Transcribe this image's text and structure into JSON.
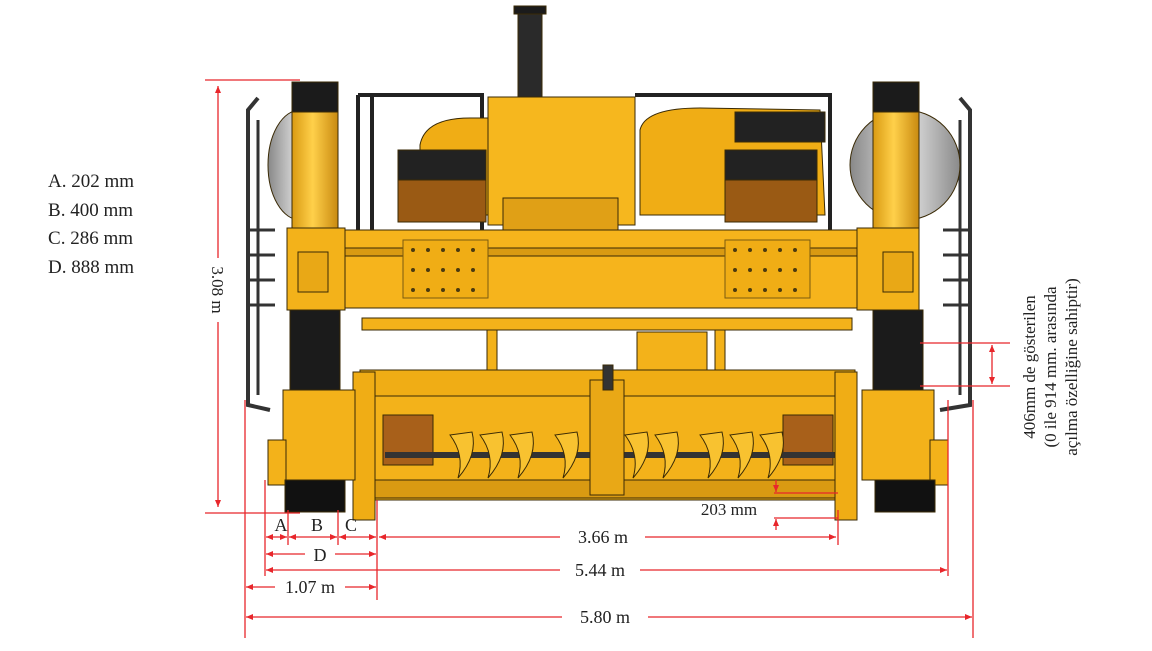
{
  "legend": [
    {
      "key": "A",
      "value": "202 mm"
    },
    {
      "key": "B",
      "value": "400 mm"
    },
    {
      "key": "C",
      "value": "286 mm"
    },
    {
      "key": "D",
      "value": "888 mm"
    }
  ],
  "dimensions": {
    "height": "3.08 m",
    "letter_a": "A",
    "letter_b": "B",
    "letter_c": "C",
    "letter_d": "D",
    "width_1": "1.07 m",
    "width_inner": "3.66 m",
    "width_mid": "5.44 m",
    "width_total": "5.80 m",
    "clearance": "203 mm",
    "adjust_line1": "406mm de gösterilen",
    "adjust_line2": "(0 ile 914 mm. arasında",
    "adjust_line3": "açılma özelliğine sahiptir)"
  },
  "colors": {
    "machine": "#f3b21a",
    "machine_dark": "#c98a10",
    "dim_line": "#e8262b",
    "black": "#1b1b1b",
    "grey": "#b9b9b9"
  }
}
